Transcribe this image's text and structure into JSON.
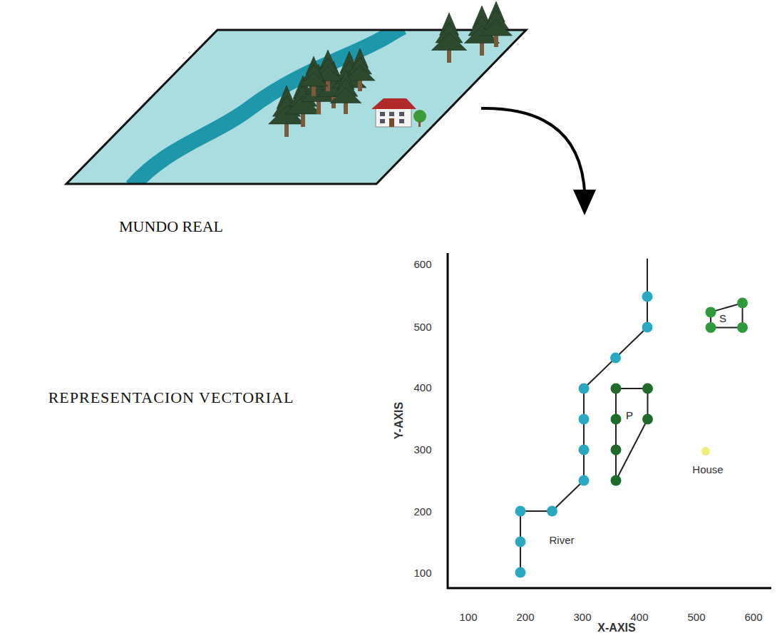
{
  "diagram": {
    "nodes": [
      {
        "text": [
          "P"
        ]
      },
      {
        "text": [
          "S"
        ]
      }
    ],
    "labels": [
      "MUNDO REAL",
      "REPRESENTACION VECTORIAL",
      "600",
      "500",
      "400",
      "300",
      "200",
      "100",
      "Y-AXIS",
      "100",
      "200",
      "300",
      "400",
      "500",
      "600",
      "X-AXIS",
      "River",
      "House"
    ]
  }
}
